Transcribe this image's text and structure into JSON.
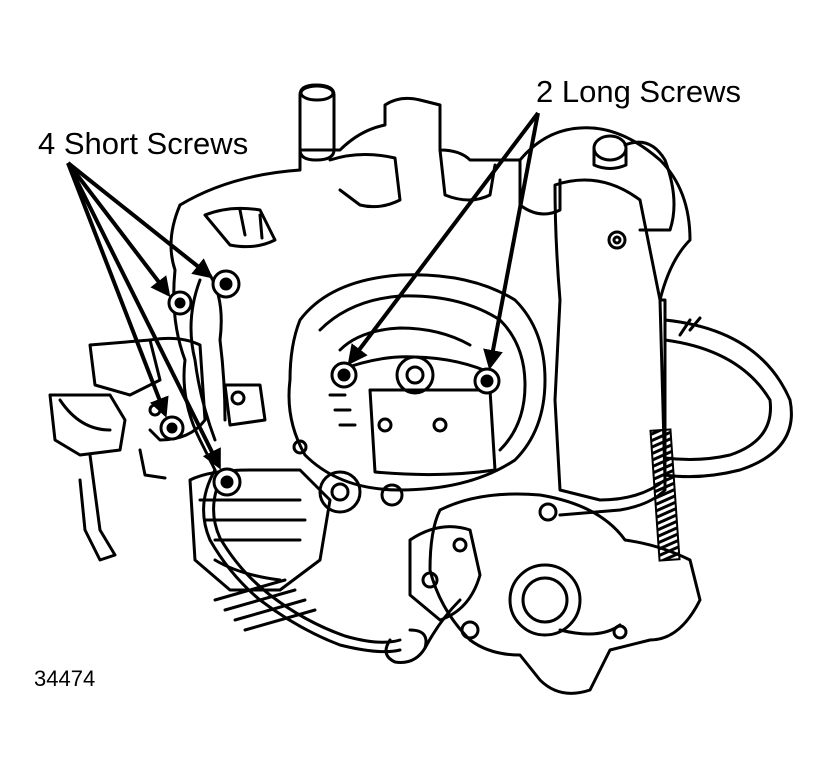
{
  "callouts": {
    "short_screws": "4 Short Screws",
    "long_screws": "2 Long Screws"
  },
  "figure_number": "34474"
}
